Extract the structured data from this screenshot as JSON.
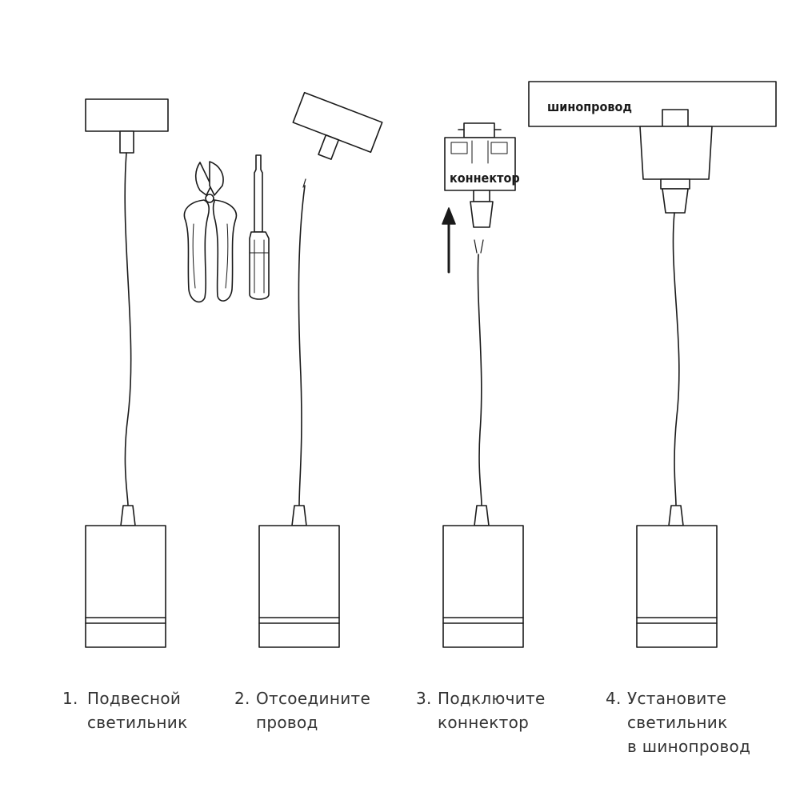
{
  "labels": {
    "busbar": "шинопровод",
    "connector": "коннектор"
  },
  "steps": [
    {
      "number": "1.",
      "line1": "Подвесной",
      "line2": "светильник",
      "line3": ""
    },
    {
      "number": "2.",
      "line1": "Отсоедините",
      "line2": "провод",
      "line3": ""
    },
    {
      "number": "3.",
      "line1": "Подключите",
      "line2": "коннектор",
      "line3": ""
    },
    {
      "number": "4.",
      "line1": "Установите",
      "line2": "светильник",
      "line3": "в шинопровод"
    }
  ],
  "colors": {
    "stroke": "#1a1a1a",
    "text": "#333333",
    "background": "#ffffff"
  }
}
